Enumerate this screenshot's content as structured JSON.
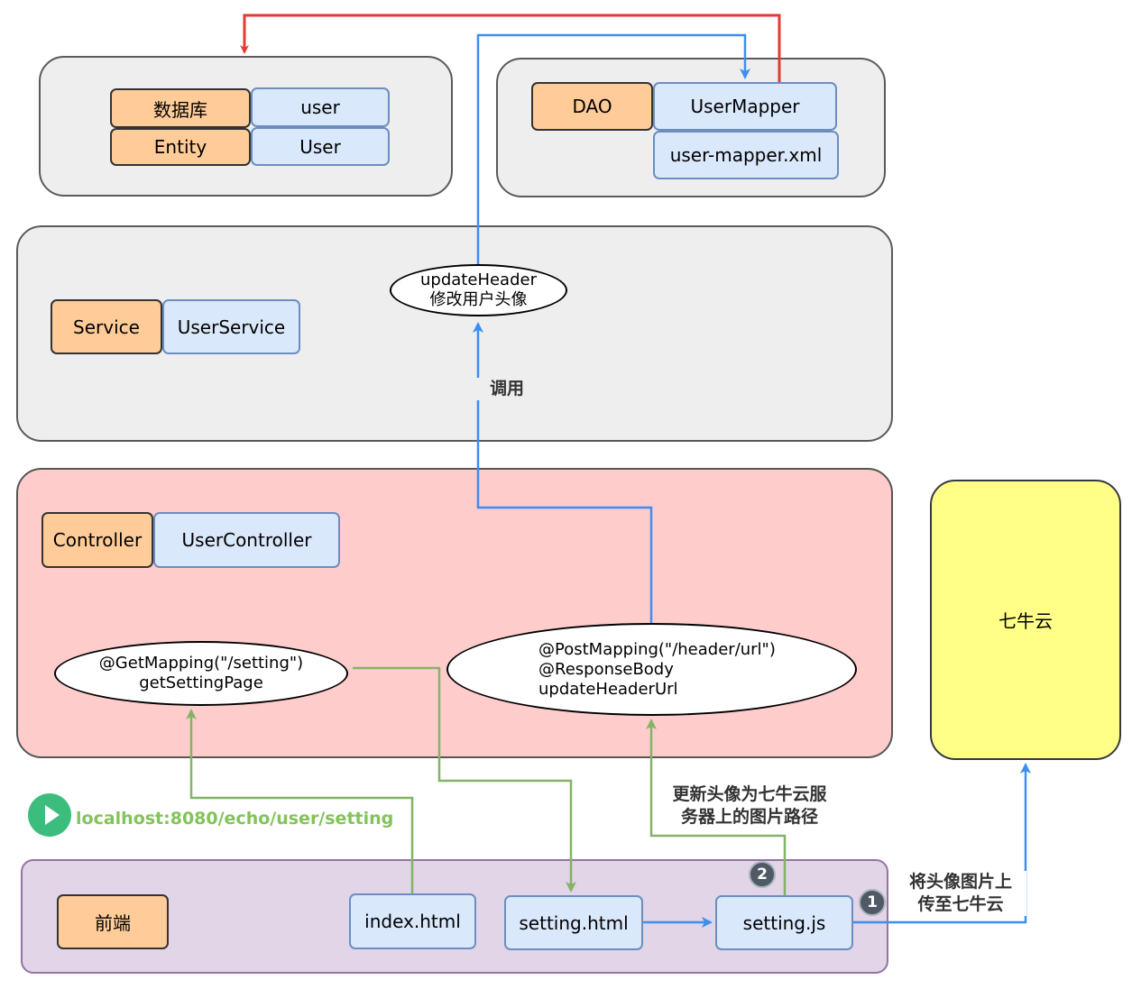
{
  "db_layer": {
    "db_label": "数据库",
    "db_name": "user",
    "entity_label": "Entity",
    "entity_name": "User"
  },
  "dao_layer": {
    "dao_label": "DAO",
    "mapper_name": "UserMapper",
    "mapper_xml": "user-mapper.xml"
  },
  "service_layer": {
    "service_label": "Service",
    "service_name": "UserService",
    "method_line1": "updateHeader",
    "method_line2": "修改用户头像"
  },
  "controller_layer": {
    "controller_label": "Controller",
    "controller_name": "UserController",
    "get_mapping": "@GetMapping(\"/setting\")",
    "get_method": "getSettingPage",
    "post_mapping": "@PostMapping(\"/header/url\")",
    "response_body": "@ResponseBody",
    "post_method": "updateHeaderUrl"
  },
  "frontend_layer": {
    "frontend_label": "前端",
    "index_file": "index.html",
    "setting_file": "setting.html",
    "setting_js": "setting.js"
  },
  "cloud": {
    "name": "七牛云"
  },
  "labels": {
    "invoke": "调用",
    "update_line1": "更新头像为七牛云服",
    "update_line2": "务器上的图片路径",
    "upload_line1": "将头像图片上",
    "upload_line2": "传至七牛云",
    "url": "localhost:8080/echo/user/setting",
    "step1": "1",
    "step2": "2"
  },
  "colors": {
    "red_edge": "#e53935",
    "blue_edge": "#3d8ef0",
    "green_edge": "#82b366",
    "url_green": "#82c35a",
    "play_green": "#3dbd7d"
  },
  "icons": {
    "play": "play-circle-icon"
  }
}
